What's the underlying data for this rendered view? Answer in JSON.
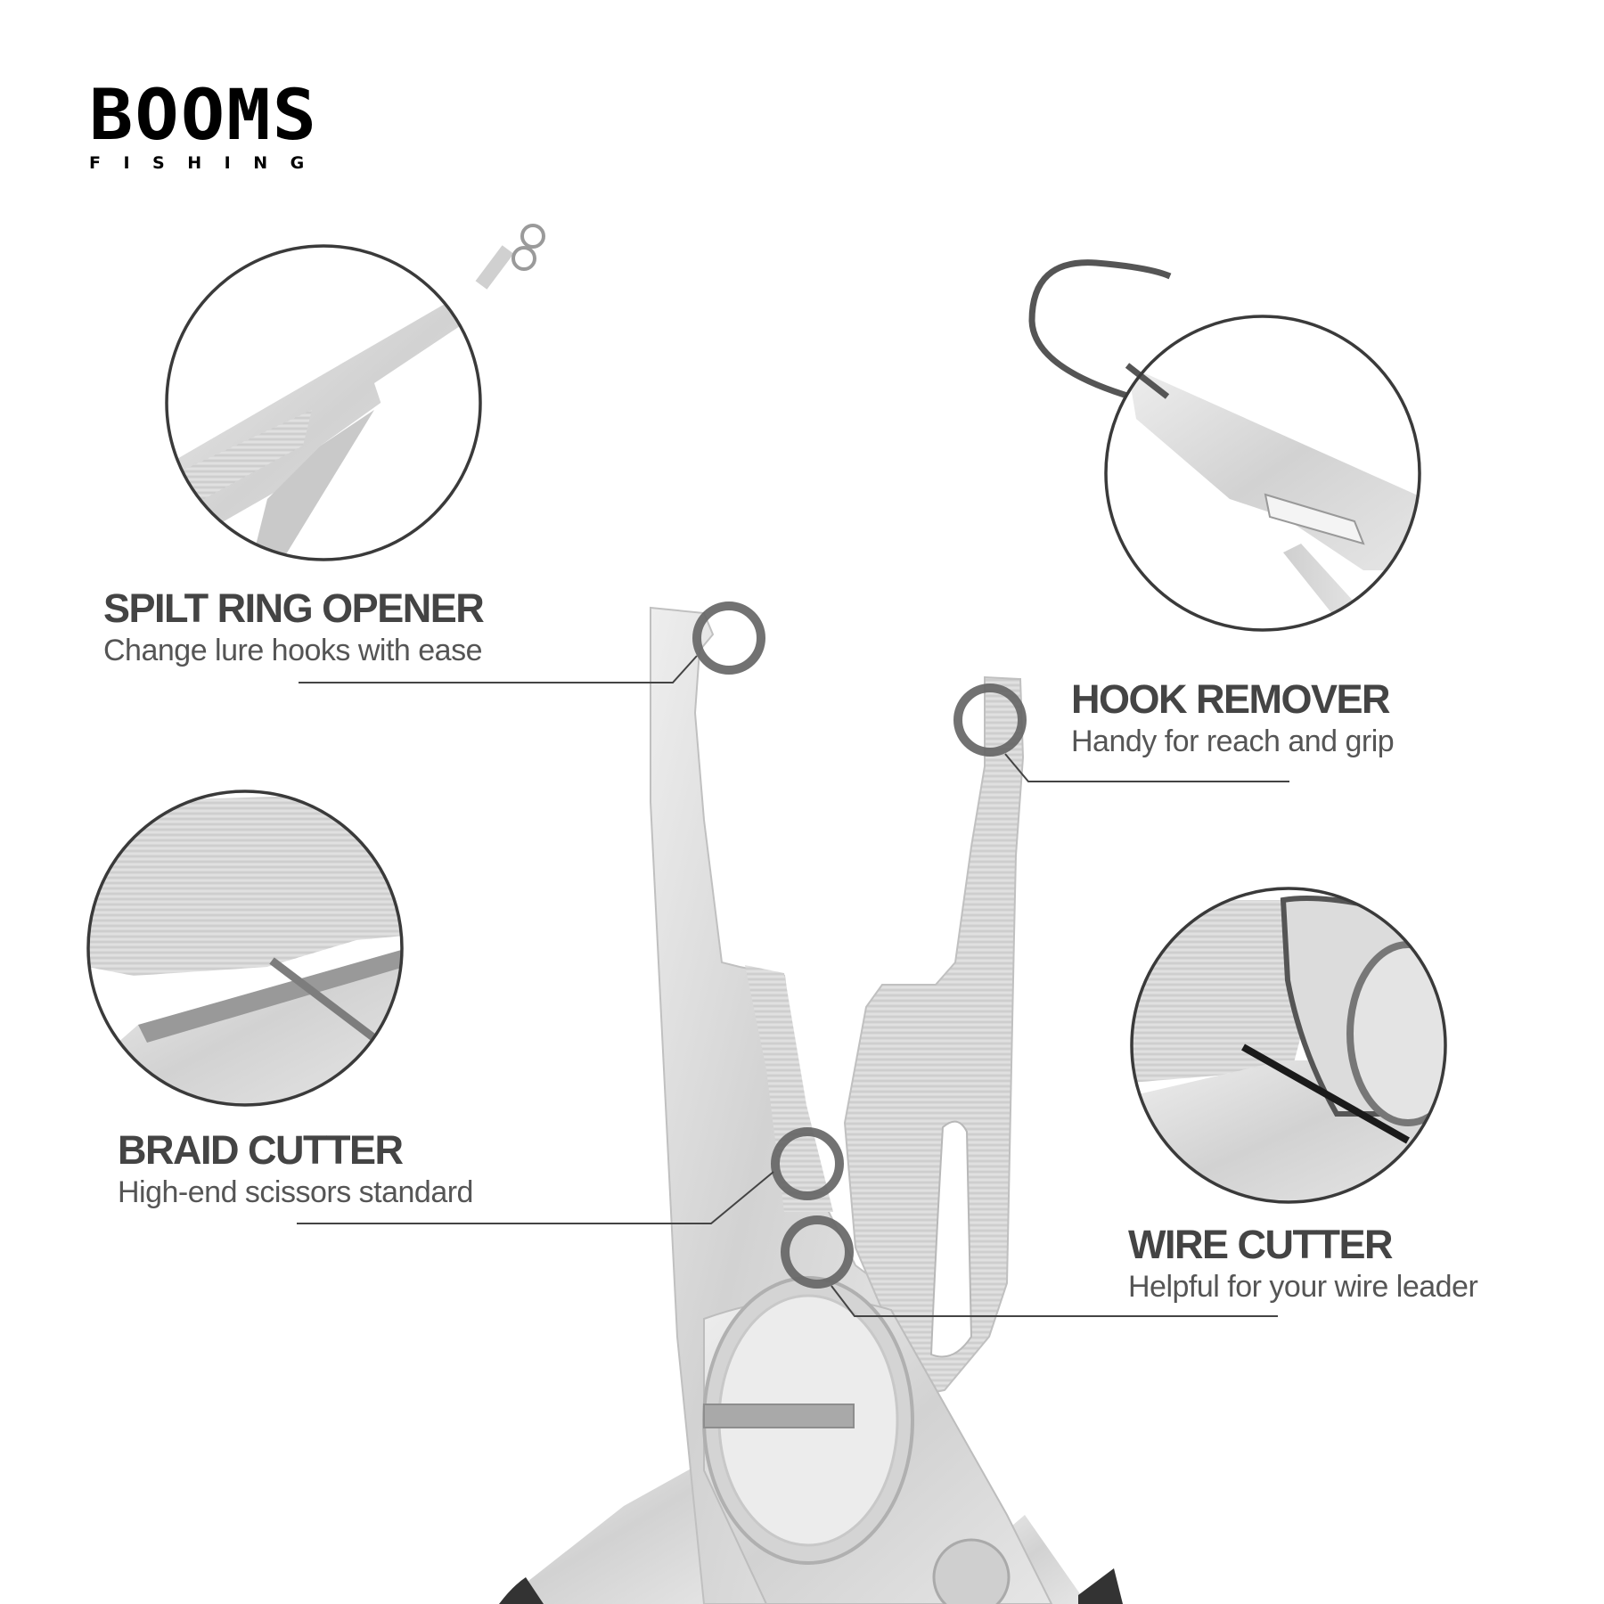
{
  "logo": {
    "brand": "BOOMS",
    "sub": "FISHING"
  },
  "features": [
    {
      "id": "split-ring-opener",
      "title": "SPILT RING OPENER",
      "desc": "Change lure hooks with ease"
    },
    {
      "id": "hook-remover",
      "title": "HOOK REMOVER",
      "desc": "Handy for reach and grip"
    },
    {
      "id": "braid-cutter",
      "title": "BRAID CUTTER",
      "desc": "High-end scissors standard"
    },
    {
      "id": "wire-cutter",
      "title": "WIRE CUTTER",
      "desc": "Helpful for your wire leader"
    }
  ],
  "colors": {
    "text": "#444444",
    "callout": "#666666",
    "outline": "#3a3a3a",
    "steel": "#d9d9d9"
  }
}
